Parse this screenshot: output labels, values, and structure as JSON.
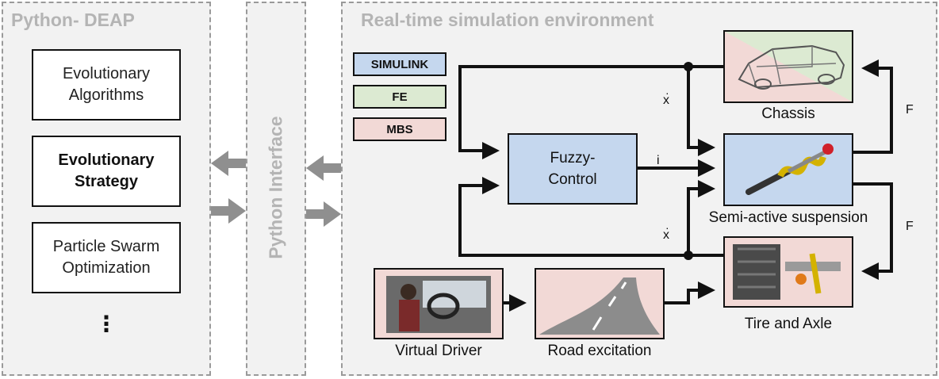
{
  "panels": {
    "deap_title": "Python- DEAP",
    "interface_title": "Python Interface",
    "realtime_title": "Real-time simulation environment"
  },
  "algorithms": [
    {
      "label": "Evolutionary Algorithms"
    },
    {
      "label": "Evolutionary Strategy"
    },
    {
      "label": "Particle Swarm Optimization"
    }
  ],
  "algorithms_more": "⋮",
  "legend": [
    {
      "label": "SIMULINK",
      "color": "#c5d7ee"
    },
    {
      "label": "FE",
      "color": "#dcead2"
    },
    {
      "label": "MBS",
      "color": "#f2d9d6"
    }
  ],
  "blocks": {
    "fuzzy_control": "Fuzzy-Control",
    "chassis": "Chassis",
    "suspension": "Semi-active suspension",
    "tire_axle": "Tire and Axle",
    "virtual_driver": "Virtual Driver",
    "road_excitation": "Road excitation"
  },
  "signals": {
    "xdot_top": "x",
    "xdot_bottom": "x",
    "current": "i",
    "force_top": "F",
    "force_bottom": "F"
  },
  "colors": {
    "simulink": "#c5d7ee",
    "fe": "#dcead2",
    "mbs": "#f2d9d6",
    "panel_bg": "#f2f2f2",
    "title_gray": "#b4b4b4",
    "arrow_gray": "#8f8f8f"
  }
}
